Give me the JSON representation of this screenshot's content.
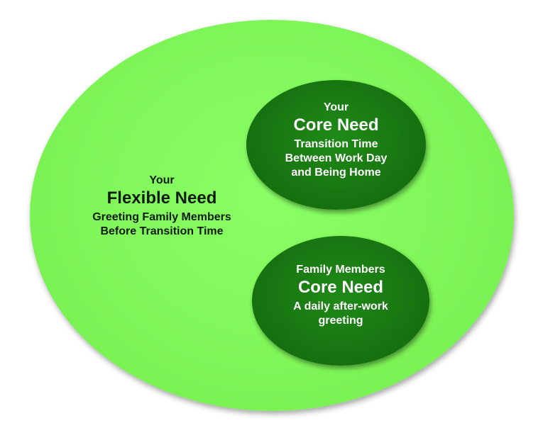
{
  "outer_circle": {
    "line1": "Your",
    "title": "Flexible Need",
    "line2": "Greeting Family Members",
    "line3": "Before Transition Time"
  },
  "inner_top": {
    "line1": "Your",
    "title": "Core Need",
    "line2": "Transition Time",
    "line3": "Between Work Day",
    "line4": "and Being Home"
  },
  "inner_bottom": {
    "line1": "Family Members",
    "title": "Core Need",
    "line2": "A daily after-work",
    "line3": "greeting"
  },
  "colors": {
    "outer_fill": "#7ef557",
    "inner_fill": "#167010",
    "inner_text": "#ffffff",
    "outer_text": "#0a1a08"
  }
}
